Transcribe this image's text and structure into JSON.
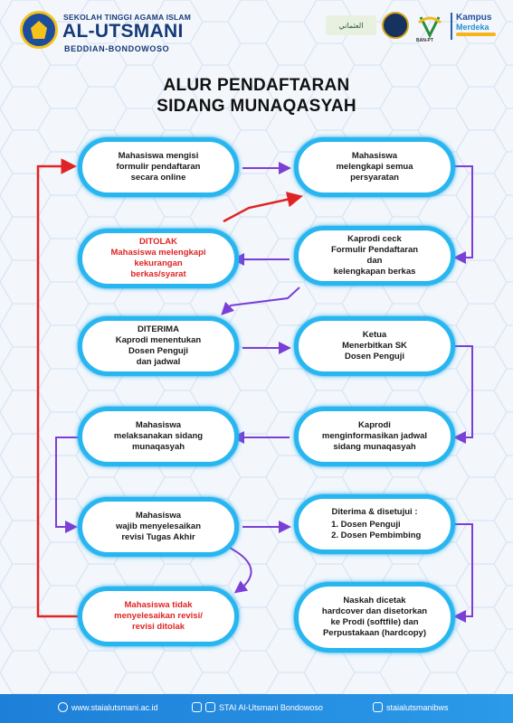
{
  "header": {
    "inst_top": "SEKOLAH TINGGI AGAMA ISLAM",
    "inst_main": "AL-UTSMANI",
    "inst_sub": "BEDDIAN-BONDOWOSO",
    "partner_ban_label": "BAN-PT",
    "kampus_line1": "Kampus",
    "kampus_line2": "Merdeka"
  },
  "title": {
    "line1": "ALUR PENDAFTARAN",
    "line2": "SIDANG MUNAQASYAH"
  },
  "nodes": {
    "n1": [
      "Mahasiswa mengisi",
      "formulir pendaftaran",
      "secara online"
    ],
    "n2": [
      "Mahasiswa",
      "melengkapi semua",
      "persyaratan"
    ],
    "n3_title": "DITOLAK",
    "n3": [
      "Mahasiswa melengkapi",
      "kekurangan",
      "berkas/syarat"
    ],
    "n4": [
      "Kaprodi ceck",
      "Formulir Pendaftaran",
      "dan",
      "kelengkapan berkas"
    ],
    "n5_title": "DITERIMA",
    "n5": [
      "Kaprodi menentukan",
      "Dosen Penguji",
      "dan jadwal"
    ],
    "n6": [
      "Ketua",
      "Menerbitkan SK",
      "Dosen Penguji"
    ],
    "n7": [
      "Mahasiswa",
      "melaksanakan sidang",
      "munaqasyah"
    ],
    "n8": [
      "Kaprodi",
      "menginformasikan jadwal",
      "sidang munaqasyah"
    ],
    "n9": [
      "Mahasiswa",
      "wajib menyelesaikan",
      "revisi Tugas Akhir"
    ],
    "n10_title": "Diterima & disetujui :",
    "n10_items": [
      "Dosen Penguji",
      "Dosen Pembimbing"
    ],
    "n11": [
      "Mahasiswa tidak",
      "menyelesaikan revisi/",
      "revisi ditolak"
    ],
    "n12": [
      "Naskah dicetak",
      "hardcover dan disetorkan",
      "ke Prodi (softfile) dan",
      "Perpustakaan (hardcopy)"
    ]
  },
  "footer": {
    "website": "www.staialutsmani.ac.id",
    "social": "STAI Al-Utsmani Bondowoso",
    "tiktok": "staialutsmanibws"
  },
  "colors": {
    "node_border": "#27b6f0",
    "arrow_purple": "#7b3fd6",
    "arrow_red": "#e02424",
    "footer_bg": "#1e7fd8",
    "title_text": "#111111"
  }
}
